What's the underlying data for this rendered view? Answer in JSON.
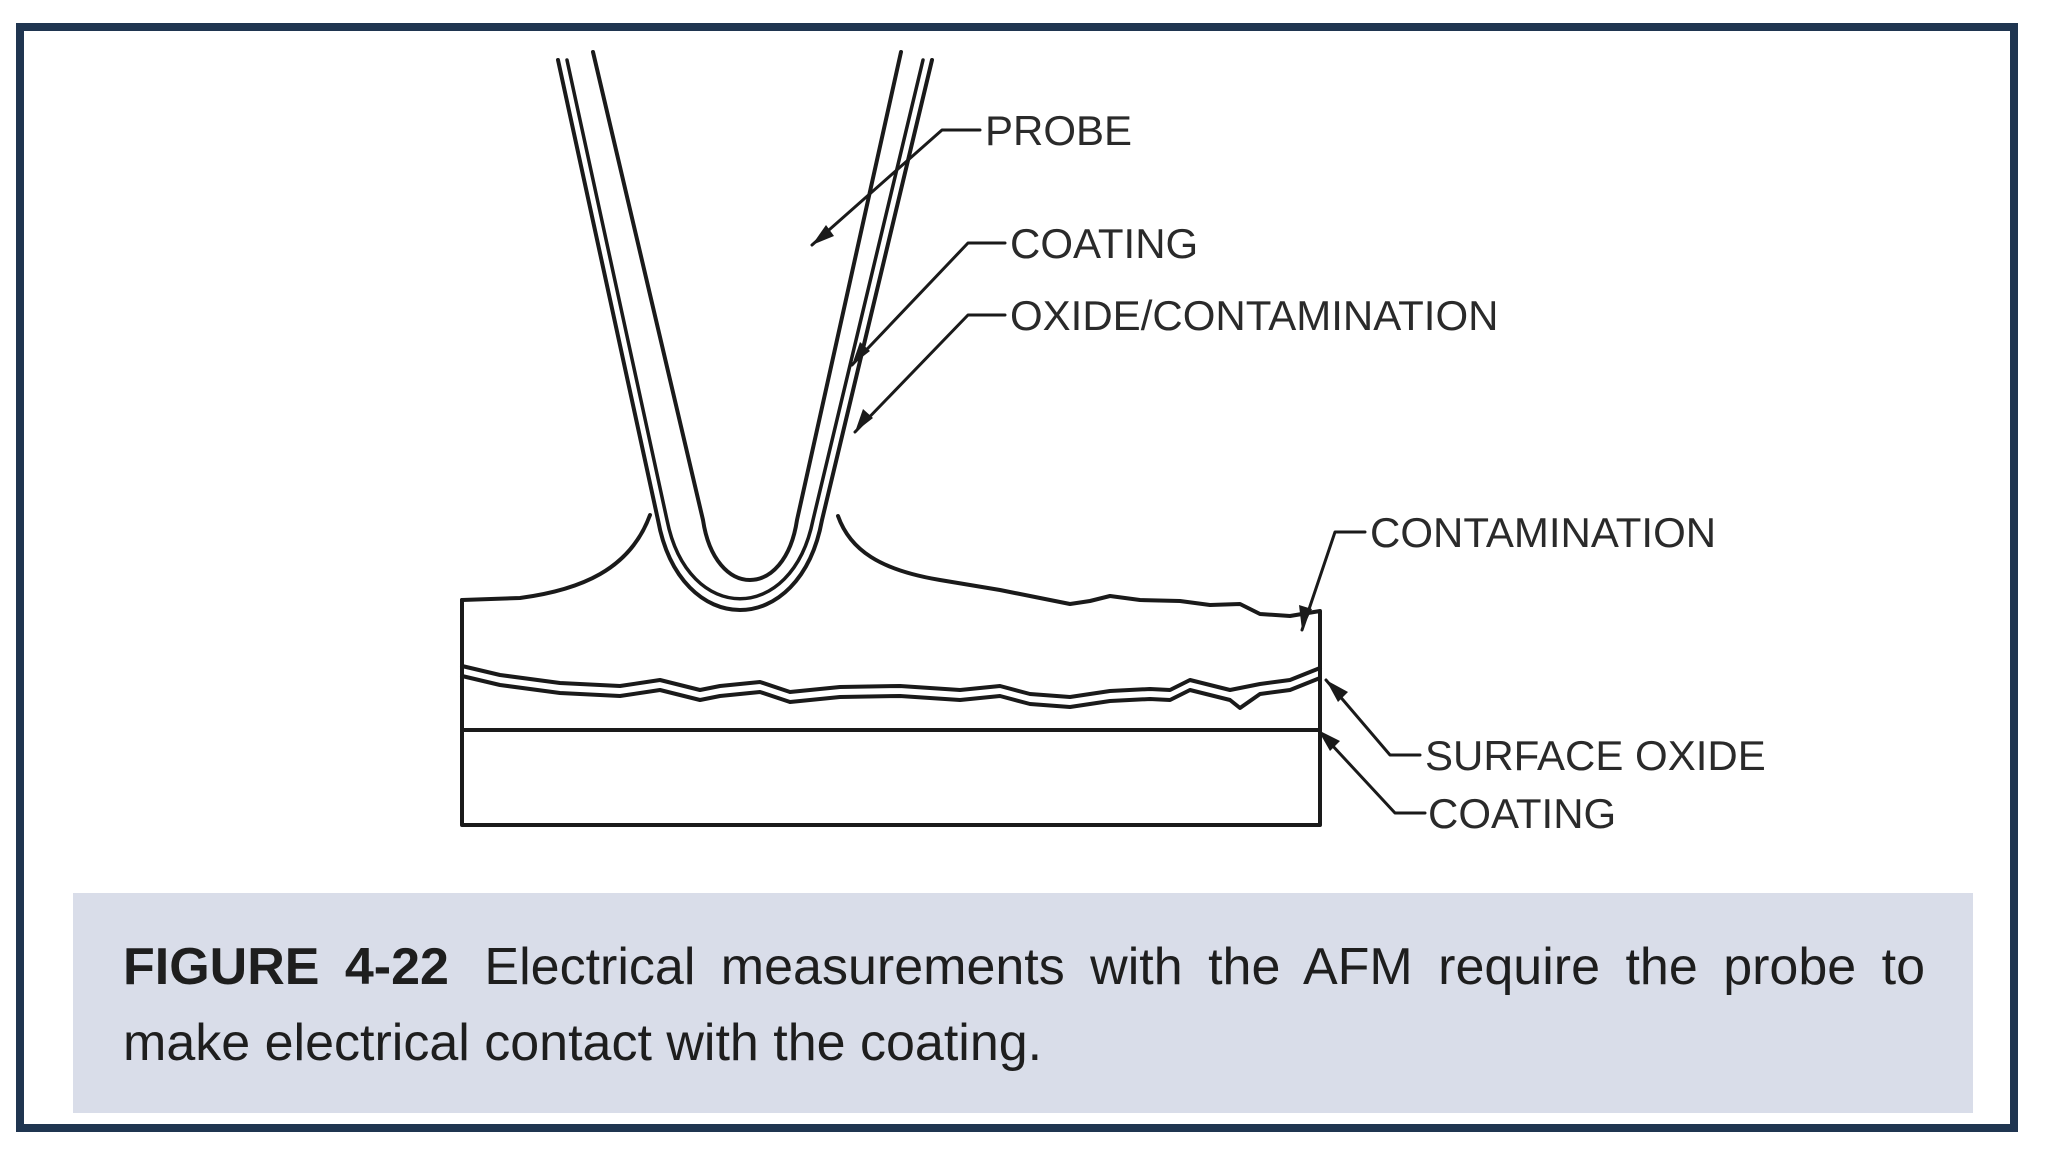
{
  "figure": {
    "labels": {
      "probe": "PROBE",
      "probe_coating": "COATING",
      "oxide_contamination": "OXIDE/CONTAMINATION",
      "contamination": "CONTAMINATION",
      "surface_oxide": "SURFACE OXIDE",
      "sample_coating": "COATING"
    },
    "caption": {
      "id": "FIGURE 4-22",
      "text": "Electrical measurements with the AFM require the probe to make electrical contact with the coating."
    }
  },
  "colors": {
    "frame": "#1f3550",
    "caption_bg": "#d9dde9",
    "line": "#1a1a1a"
  }
}
